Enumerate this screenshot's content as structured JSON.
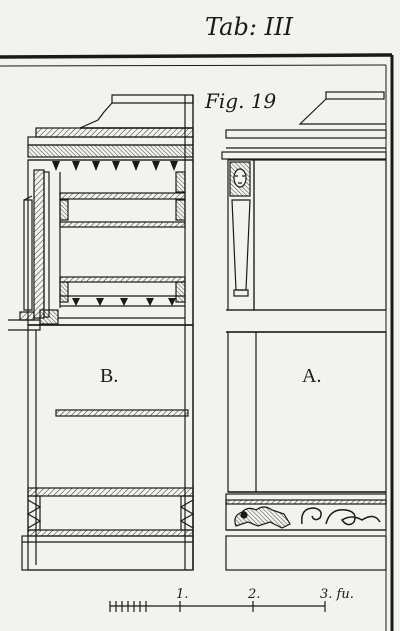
{
  "plate": {
    "plate_label": "Tab: III",
    "figure_label": "Fig. 19"
  },
  "views": {
    "section_label": "B.",
    "elevation_label": "A."
  },
  "scale_bar": {
    "tick_labels": [
      "1.",
      "2.",
      "3. fu."
    ]
  },
  "colors": {
    "ink": "#1a1a1a",
    "paper": "#f2f2ee"
  }
}
